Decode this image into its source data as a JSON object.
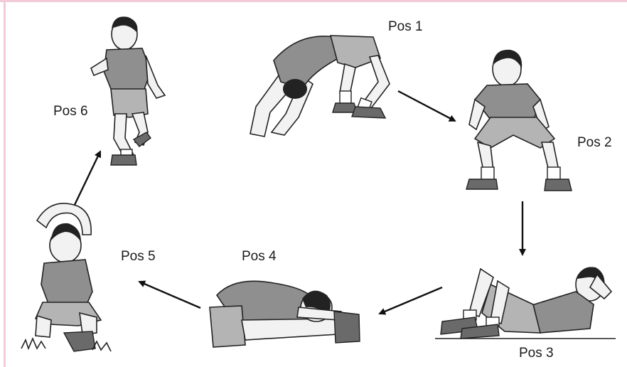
{
  "positions": {
    "pos1": "Pos 1",
    "pos2": "Pos 2",
    "pos3": "Pos 3",
    "pos4": "Pos 4",
    "pos5": "Pos 5",
    "pos6": "Pos 6"
  },
  "colors": {
    "frame": "#f3cbd6",
    "shirt": "#8f8f8f",
    "shorts": "#b4b4b4",
    "arrow": "#111111"
  }
}
